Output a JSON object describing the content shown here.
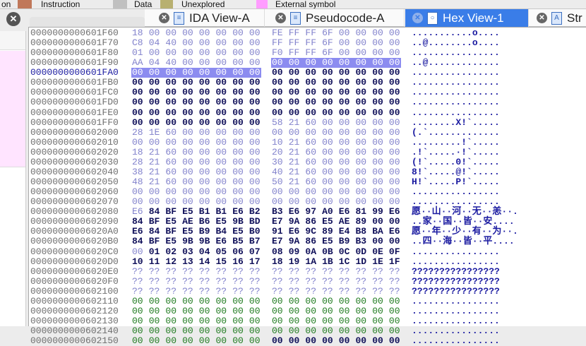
{
  "legend": [
    {
      "label": "on",
      "color": ""
    },
    {
      "label": "Instruction",
      "color": "#c0785a"
    },
    {
      "label": "Data",
      "color": "#c0c0c0"
    },
    {
      "label": "Unexplored",
      "color": "#b8b070"
    },
    {
      "label": "External symbol",
      "color": "#ff9cff"
    }
  ],
  "tabs": [
    {
      "label": "IDA View-A",
      "icon": "document-icon"
    },
    {
      "label": "Pseudocode-A",
      "icon": "document-icon"
    },
    {
      "label": "Hex View-1",
      "icon": "hex-icon",
      "active": true
    },
    {
      "label": "Str",
      "icon": "strings-icon"
    }
  ],
  "hex": {
    "rows": [
      {
        "addr": "0000000000601F60",
        "bytes": "18 00 00 00 00 00 00 00 FE FF FF 6F 00 00 00 00",
        "kinds": "uuuuuuuuuuuuuuuu",
        "ascii": "...........o...."
      },
      {
        "addr": "0000000000601F70",
        "bytes": "C8 04 40 00 00 00 00 00 FF FF FF 6F 00 00 00 00",
        "kinds": "uuuuuuuuuuuuuuuu",
        "ascii": "..@........o...."
      },
      {
        "addr": "0000000000601F80",
        "bytes": "01 00 00 00 00 00 00 00 F0 FF FF 6F 00 00 00 00",
        "kinds": "uuuuuuuuuuuuuuuu",
        "ascii": "................"
      },
      {
        "addr": "0000000000601F90",
        "bytes": "AA 04 40 00 00 00 00 00 00 00 00 00 00 00 00 00",
        "kinds": "uuuuuuuussssssss",
        "ascii": "..@............."
      },
      {
        "addr": "0000000000601FA0",
        "bytes": "00 00 00 00 00 00 00 00 00 00 00 00 00 00 00 00",
        "kinds": "ssssssssdddddddd",
        "ascii": "................",
        "current": true
      },
      {
        "addr": "0000000000601FB0",
        "bytes": "00 00 00 00 00 00 00 00 00 00 00 00 00 00 00 00",
        "kinds": "dddddddddddddddd",
        "ascii": "................"
      },
      {
        "addr": "0000000000601FC0",
        "bytes": "00 00 00 00 00 00 00 00 00 00 00 00 00 00 00 00",
        "kinds": "dddddddddddddddd",
        "ascii": "................"
      },
      {
        "addr": "0000000000601FD0",
        "bytes": "00 00 00 00 00 00 00 00 00 00 00 00 00 00 00 00",
        "kinds": "dddddddddddddddd",
        "ascii": "................"
      },
      {
        "addr": "0000000000601FE0",
        "bytes": "00 00 00 00 00 00 00 00 00 00 00 00 00 00 00 00",
        "kinds": "dddddddddddddddd",
        "ascii": "................"
      },
      {
        "addr": "0000000000601FF0",
        "bytes": "00 00 00 00 00 00 00 00 58 21 60 00 00 00 00 00",
        "kinds": "dddddddduuuuuuuu",
        "ascii": "........X!`....."
      },
      {
        "addr": "0000000000602000",
        "bytes": "28 1E 60 00 00 00 00 00 00 00 00 00 00 00 00 00",
        "kinds": "uuuuuuuuuuuuuuuu",
        "ascii": "(.`............."
      },
      {
        "addr": "0000000000602010",
        "bytes": "00 00 00 00 00 00 00 00 10 21 60 00 00 00 00 00",
        "kinds": "uuuuuuuuuuuuuuuu",
        "ascii": ".........!`....."
      },
      {
        "addr": "0000000000602020",
        "bytes": "18 21 60 00 00 00 00 00 20 21 60 00 00 00 00 00",
        "kinds": "uuuuuuuuuuuuuuuu",
        "ascii": ".!`.....·!`....."
      },
      {
        "addr": "0000000000602030",
        "bytes": "28 21 60 00 00 00 00 00 30 21 60 00 00 00 00 00",
        "kinds": "uuuuuuuuuuuuuuuu",
        "ascii": "(!`.....0!`....."
      },
      {
        "addr": "0000000000602040",
        "bytes": "38 21 60 00 00 00 00 00 40 21 60 00 00 00 00 00",
        "kinds": "uuuuuuuuuuuuuuuu",
        "ascii": "8!`.....@!`....."
      },
      {
        "addr": "0000000000602050",
        "bytes": "48 21 60 00 00 00 00 00 50 21 60 00 00 00 00 00",
        "kinds": "uuuuuuuuuuuuuuuu",
        "ascii": "H!`.....P!`....."
      },
      {
        "addr": "0000000000602060",
        "bytes": "00 00 00 00 00 00 00 00 00 00 00 00 00 00 00 00",
        "kinds": "uuuuuuuuuuuuuuuu",
        "ascii": "................"
      },
      {
        "addr": "0000000000602070",
        "bytes": "00 00 00 00 00 00 00 00 00 00 00 00 00 00 00 00",
        "kinds": "uuuuuuuuuuuuuuuu",
        "ascii": "................"
      },
      {
        "addr": "0000000000602080",
        "bytes": "E6 84 BF E5 B1 B1 E6 B2 B3 E6 97 A0 E6 81 99 E6",
        "kinds": "uddddddddddddddd",
        "ascii": "愿··山··河··无··恙··."
      },
      {
        "addr": "0000000000602090",
        "bytes": "84 BF E5 AE B6 E5 9B BD E7 9A 86 E5 AE 89 00 00",
        "kinds": "dddddddddddddddd",
        "ascii": "..家··国··皆··安...."
      },
      {
        "addr": "00000000006020A0",
        "bytes": "E6 84 BF E5 B9 B4 E5 B0 91 E6 9C 89 E4 B8 BA E6",
        "kinds": "dddddddddddddddd",
        "ascii": "愿··年··少··有··为··."
      },
      {
        "addr": "00000000006020B0",
        "bytes": "84 BF E5 9B 9B E6 B5 B7 E7 9A 86 E5 B9 B3 00 00",
        "kinds": "dddddddddddddddd",
        "ascii": "..四··海··皆··平...."
      },
      {
        "addr": "00000000006020C0",
        "bytes": "00 01 02 03 04 05 06 07 08 09 0A 0B 0C 0D 0E 0F",
        "kinds": "uddddddddddddddd",
        "ascii": "................"
      },
      {
        "addr": "00000000006020D0",
        "bytes": "10 11 12 13 14 15 16 17 18 19 1A 1B 1C 1D 1E 1F",
        "kinds": "dddddddddddddddd",
        "ascii": "................"
      },
      {
        "addr": "00000000006020E0",
        "bytes": "?? ?? ?? ?? ?? ?? ?? ?? ?? ?? ?? ?? ?? ?? ?? ??",
        "kinds": "uuuuuuuuuuuuuuuu",
        "ascii": "????????????????"
      },
      {
        "addr": "00000000006020F0",
        "bytes": "?? ?? ?? ?? ?? ?? ?? ?? ?? ?? ?? ?? ?? ?? ?? ??",
        "kinds": "uuuuuuuuuuuuuuuu",
        "ascii": "????????????????"
      },
      {
        "addr": "0000000000602100",
        "bytes": "?? ?? ?? ?? ?? ?? ?? ?? ?? ?? ?? ?? ?? ?? ?? ??",
        "kinds": "uuuuuuuuuuuuuuuu",
        "ascii": "????????????????"
      },
      {
        "addr": "0000000000602110",
        "bytes": "00 00 00 00 00 00 00 00 00 00 00 00 00 00 00 00",
        "kinds": "gggggggggggggggg",
        "ascii": "................"
      },
      {
        "addr": "0000000000602120",
        "bytes": "00 00 00 00 00 00 00 00 00 00 00 00 00 00 00 00",
        "kinds": "gggggggggggggggg",
        "ascii": "................"
      },
      {
        "addr": "0000000000602130",
        "bytes": "00 00 00 00 00 00 00 00 00 00 00 00 00 00 00 00",
        "kinds": "gggggggggggggggg",
        "ascii": "................"
      },
      {
        "addr": "0000000000602140",
        "bytes": "00 00 00 00 00 00 00 00 00 00 00 00 00 00 00 00",
        "kinds": "gggggggggggggggg",
        "ascii": "................"
      },
      {
        "addr": "0000000000602150",
        "bytes": "00 00 00 00 00 00 00 00 00 00 00 00 00 00 00 00",
        "kinds": "ggggggggdddddddd",
        "ascii": "................"
      }
    ]
  }
}
